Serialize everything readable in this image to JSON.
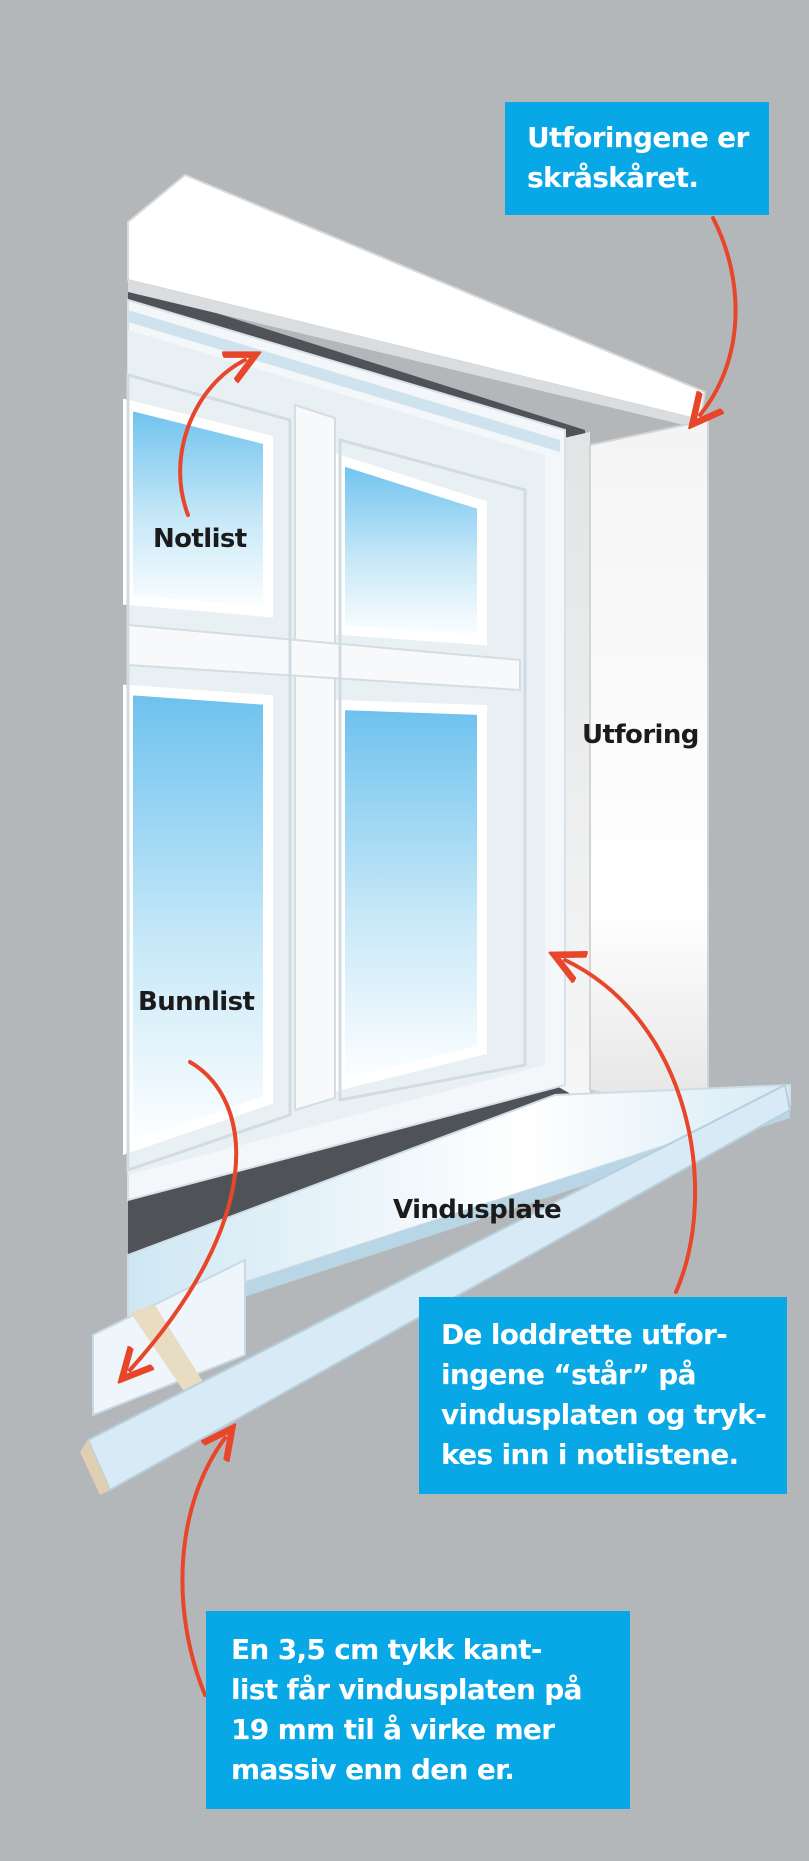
{
  "labels": {
    "notlist": "Notlist",
    "utforing": "Utforing",
    "bunnlist": "Bunnlist",
    "vindusplate": "Vindusplate"
  },
  "callouts": {
    "top": [
      "Utforingene er",
      "skråskåret."
    ],
    "right": [
      "De loddrette utfor-",
      "ingene “står” på",
      "vindusplaten og tryk-",
      "kes inn i notlistene."
    ],
    "bottom": [
      "En 3,5 cm tykk kant-",
      "list får vindusplaten på",
      "19 mm til å virke mer",
      "massiv enn den er."
    ]
  },
  "colors": {
    "background": "#b4b7ba",
    "callout": "#08a7e5",
    "arrow": "#e8462a",
    "glass": "#8fd0f2"
  }
}
